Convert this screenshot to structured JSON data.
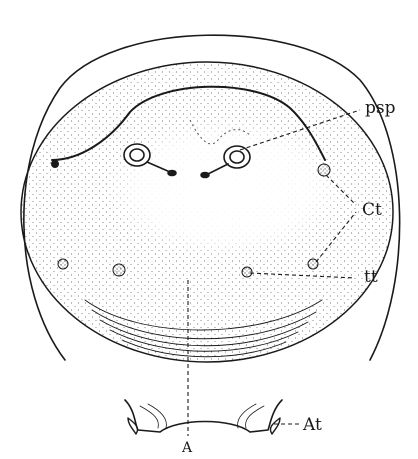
{
  "labels": {
    "psp": "psp",
    "ct": "Ct",
    "tt": "tt",
    "at": "At",
    "a": "A"
  },
  "colors": {
    "ink": "#1a1a1a",
    "background": "#ffffff",
    "stipple": "#555555"
  }
}
